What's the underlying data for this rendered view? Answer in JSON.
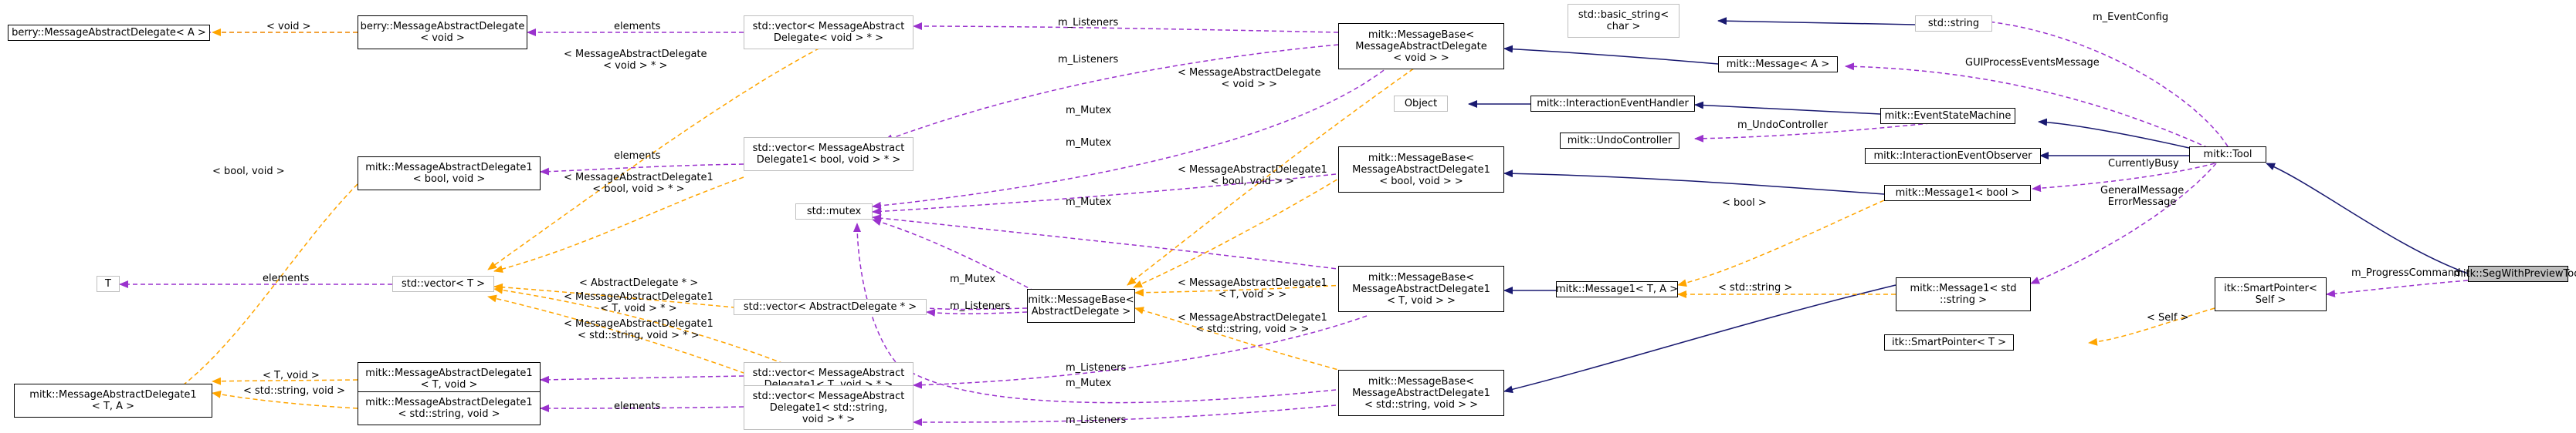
{
  "colors": {
    "inheritance": "#191970",
    "usage": "#9a32cd",
    "template": "#ffa500",
    "border_gray": "#bfbfbf",
    "focus_fill": "#bfbfbf"
  },
  "nodes": {
    "berry_mad_A": "berry::MessageAbstractDelegate< A >",
    "berry_mad_void": [
      "berry::MessageAbstractDelegate",
      "< void >"
    ],
    "vec_mad_void": [
      "std::vector< MessageAbstract",
      "Delegate< void > * >"
    ],
    "mitk_mb_mad_void": [
      "mitk::MessageBase<",
      "MessageAbstractDelegate",
      "< void > >"
    ],
    "basic_string": [
      "std::basic_string<",
      "char >"
    ],
    "std_string": "std::string",
    "mitk_message_A": "mitk::Message< A >",
    "object": "Object",
    "interaction_event_handler": "mitk::InteractionEventHandler",
    "undo_controller": "mitk::UndoController",
    "event_state_machine": "mitk::EventStateMachine",
    "interaction_event_observer": "mitk::InteractionEventObserver",
    "mitk_tool": "mitk::Tool",
    "mad1_bool_void": [
      "mitk::MessageAbstractDelegate1",
      "< bool, void >"
    ],
    "vec_mad1_bool": [
      "std::vector< MessageAbstract",
      "Delegate1< bool, void > * >"
    ],
    "mitk_mb_mad1_bool": [
      "mitk::MessageBase<",
      "MessageAbstractDelegate1",
      "< bool, void > >"
    ],
    "std_mutex": "std::mutex",
    "mitk_message1_bool": "mitk::Message1< bool >",
    "t": "T",
    "vec_T": "std::vector< T >",
    "vec_abstract_delegate": "std::vector< AbstractDelegate * >",
    "mitk_mb_abstract": [
      "mitk::MessageBase<",
      "AbstractDelegate >"
    ],
    "mitk_mb_mad1_T": [
      "mitk::MessageBase<",
      "MessageAbstractDelegate1",
      "< T, void > >"
    ],
    "mitk_message1_TA": "mitk::Message1< T, A >",
    "mitk_message1_string": [
      "mitk::Message1< std",
      "::string >"
    ],
    "seg_with_preview_tool": "mitk::SegWithPreviewTool",
    "smart_ptr_self": [
      "itk::SmartPointer<",
      "Self >"
    ],
    "smart_ptr_T": "itk::SmartPointer< T >",
    "mad1_TA": [
      "mitk::MessageAbstractDelegate1",
      "< T, A >"
    ],
    "mad1_T_void": [
      "mitk::MessageAbstractDelegate1",
      "< T, void >"
    ],
    "vec_mad1_T": [
      "std::vector< MessageAbstract",
      "Delegate1< T, void > * >"
    ],
    "mitk_mb_mad1_string": [
      "mitk::MessageBase<",
      "MessageAbstractDelegate1",
      "< std::string, void > >"
    ],
    "mad1_string_void": [
      "mitk::MessageAbstractDelegate1",
      "< std::string, void >"
    ],
    "vec_mad1_string": [
      "std::vector< MessageAbstract",
      "Delegate1< std::string,",
      "void > * >"
    ]
  },
  "edge_labels": {
    "void_1": "< void >",
    "elements_1": "elements",
    "listeners_1": "m_Listeners",
    "event_config": "m_EventConfig",
    "gui_process": "GUIProcessEventsMessage",
    "listeners_2": "m_Listeners",
    "mad_void_ptr": [
      "< MessageAbstractDelegate",
      "< void > * >"
    ],
    "mad_void_2": [
      "< MessageAbstractDelegate",
      "< void > >"
    ],
    "mutex_1": "m_Mutex",
    "mutex_2": "m_Mutex",
    "undo_controller": "m_UndoController",
    "bool_void": "< bool, void >",
    "elements_2": "elements",
    "mad1_bool_void_ptr": [
      "< MessageAbstractDelegate1",
      "< bool, void > * >"
    ],
    "mad1_bool_void": [
      "< MessageAbstractDelegate1",
      "< bool, void > >"
    ],
    "currently_busy": "CurrentlyBusy",
    "bool": "< bool >",
    "mutex_3": "m_Mutex",
    "general_message": [
      "GeneralMessage",
      "ErrorMessage"
    ],
    "progress_command": "m_ProgressCommand",
    "elements_3": "elements",
    "abstract_delegate_ptr": "< AbstractDelegate * >",
    "mutex_4": "m_Mutex",
    "listeners_3": "m_Listeners",
    "mad1_T_void_ptr": [
      "< MessageAbstractDelegate1",
      "< T, void > * >"
    ],
    "mad1_T_void": [
      "< MessageAbstractDelegate1",
      "< T, void > >"
    ],
    "std_string": "< std::string >",
    "self": "< Self >",
    "mad1_string_void_ptr": [
      "< MessageAbstractDelegate1",
      "< std::string, void > * >"
    ],
    "mad1_string_void": [
      "< MessageAbstractDelegate1",
      "< std::string, void > >"
    ],
    "T_void": "< T, void >",
    "string_void": "< std::string, void >",
    "listeners_4": "m_Listeners",
    "mutex_5": "m_Mutex",
    "elements_4": "elements",
    "listeners_5": "m_Listeners"
  }
}
